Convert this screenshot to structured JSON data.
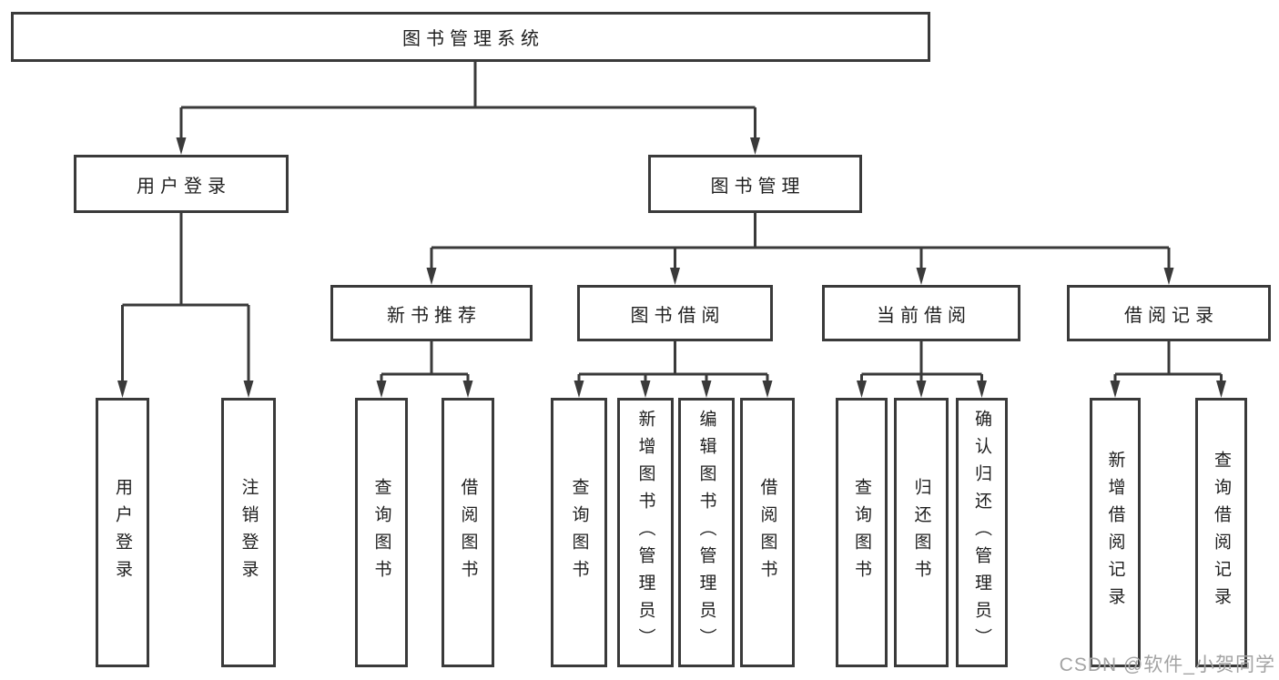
{
  "diagram": {
    "type": "tree",
    "nodes": [
      {
        "id": "root",
        "label": "图书管理系统",
        "parent": null
      },
      {
        "id": "user-login",
        "label": "用户登录",
        "parent": "root"
      },
      {
        "id": "book-mgmt",
        "label": "图书管理",
        "parent": "root"
      },
      {
        "id": "new-book-rec",
        "label": "新书推荐",
        "parent": "book-mgmt"
      },
      {
        "id": "book-borrow",
        "label": "图书借阅",
        "parent": "book-mgmt"
      },
      {
        "id": "current-borrow",
        "label": "当前借阅",
        "parent": "book-mgmt"
      },
      {
        "id": "borrow-records",
        "label": "借阅记录",
        "parent": "book-mgmt"
      },
      {
        "id": "leaf-user-login",
        "label": "用户登录",
        "parent": "user-login"
      },
      {
        "id": "leaf-logout",
        "label": "注销登录",
        "parent": "user-login"
      },
      {
        "id": "rec-query-books",
        "label": "查询图书",
        "parent": "new-book-rec"
      },
      {
        "id": "rec-borrow-books",
        "label": "借阅图书",
        "parent": "new-book-rec"
      },
      {
        "id": "bb-query-books",
        "label": "查询图书",
        "parent": "book-borrow"
      },
      {
        "id": "bb-add-books",
        "label": "新增图书（管理员）",
        "parent": "book-borrow"
      },
      {
        "id": "bb-edit-books",
        "label": "编辑图书（管理员）",
        "parent": "book-borrow"
      },
      {
        "id": "bb-borrow-books",
        "label": "借阅图书",
        "parent": "book-borrow"
      },
      {
        "id": "cb-query-books",
        "label": "查询图书",
        "parent": "current-borrow"
      },
      {
        "id": "cb-return-books",
        "label": "归还图书",
        "parent": "current-borrow"
      },
      {
        "id": "cb-confirm-return",
        "label": "确认归还（管理员）",
        "parent": "current-borrow"
      },
      {
        "id": "br-add-record",
        "label": "新增借阅记录",
        "parent": "borrow-records"
      },
      {
        "id": "br-query-record",
        "label": "查询借阅记录",
        "parent": "borrow-records"
      }
    ],
    "colors": {
      "line": "#3a3a3a",
      "box_border": "#3a3a3a",
      "text": "#1f1f1f",
      "background": "#ffffff",
      "watermark": "#a3a3a3"
    },
    "watermark": "CSDN @软件_小贺同学"
  }
}
